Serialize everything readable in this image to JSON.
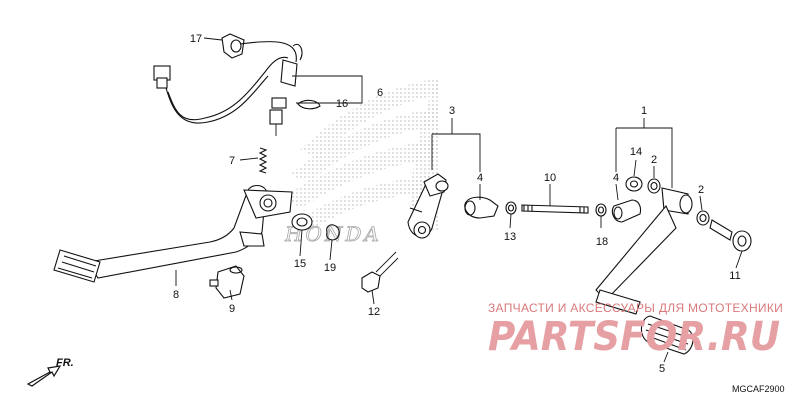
{
  "callouts": [
    {
      "id": "c1",
      "text": "1"
    },
    {
      "id": "c2a",
      "text": "2"
    },
    {
      "id": "c2b",
      "text": "2"
    },
    {
      "id": "c3",
      "text": "3"
    },
    {
      "id": "c4a",
      "text": "4"
    },
    {
      "id": "c4b",
      "text": "4"
    },
    {
      "id": "c5",
      "text": "5"
    },
    {
      "id": "c6",
      "text": "6"
    },
    {
      "id": "c7",
      "text": "7"
    },
    {
      "id": "c8",
      "text": "8"
    },
    {
      "id": "c9",
      "text": "9"
    },
    {
      "id": "c10",
      "text": "10"
    },
    {
      "id": "c11",
      "text": "11"
    },
    {
      "id": "c12",
      "text": "12"
    },
    {
      "id": "c13",
      "text": "13"
    },
    {
      "id": "c14",
      "text": "14"
    },
    {
      "id": "c15",
      "text": "15"
    },
    {
      "id": "c16",
      "text": "16"
    },
    {
      "id": "c17",
      "text": "17"
    },
    {
      "id": "c18",
      "text": "18"
    },
    {
      "id": "c19",
      "text": "19"
    }
  ],
  "front_arrow_label": "FR.",
  "diagram_code": "MGCAF2900",
  "watermark": {
    "tagline": "ЗАПЧАСТИ И АКСЕССУАРЫ ДЛЯ МОТОТЕХНИКИ",
    "brand": "PARTSFOR.RU",
    "background_logo": "HONDA"
  },
  "colors": {
    "line": "#111111",
    "watermark_text": "#d9797c",
    "watermark_brand": "#e6a0a3",
    "honda_wing": "#cfcfcf"
  }
}
